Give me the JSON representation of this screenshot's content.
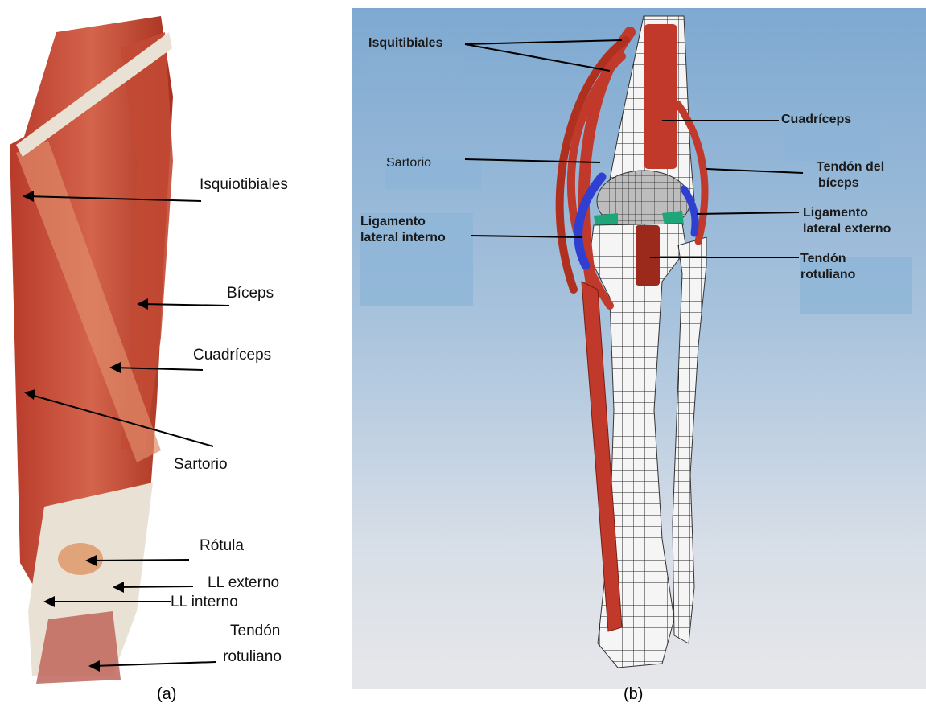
{
  "panel_a": {
    "caption": "(a)",
    "labels": {
      "isquiotibiales": "Isquiotibiales",
      "biceps": "Bíceps",
      "cuadriceps": "Cuadríceps",
      "sartorio": "Sartorio",
      "rotula": "Rótula",
      "ll_externo": "LL externo",
      "ll_interno": "LL interno",
      "tendon_line1": "Tendón",
      "tendon_line2": "rotuliano"
    }
  },
  "panel_b": {
    "caption": "(b)",
    "labels": {
      "isquitibiales": "Isquitibiales",
      "cuadriceps": "Cuadríceps",
      "sartorio": "Sartorio",
      "tendon_biceps_line1": "Tendón del",
      "tendon_biceps_line2": "bíceps",
      "lig_interno_line1": "Ligamento",
      "lig_interno_line2": "lateral interno",
      "lig_externo_line1": "Ligamento",
      "lig_externo_line2": "lateral externo",
      "tendon_rot_line1": "Tendón",
      "tendon_rot_line2": "rotuliano"
    }
  },
  "colors": {
    "muscle": "#c0392b",
    "muscle_dark": "#8e2a1c",
    "ligament": "#2f3fd1",
    "cartilage": "#1fa57a",
    "bone": "#f4f4f4",
    "sky": "#8fb4d8"
  }
}
